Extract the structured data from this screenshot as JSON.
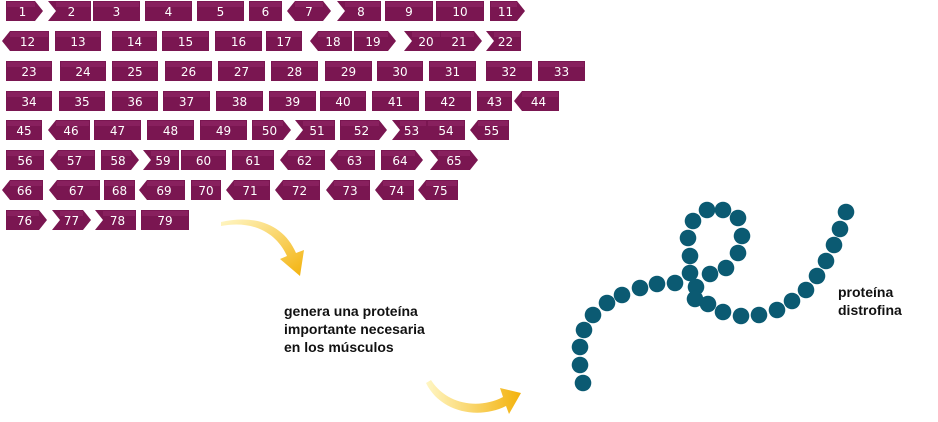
{
  "colors": {
    "exon": "#7a1651",
    "exon_edge": "#a43579",
    "bead": "#0b5a72",
    "arrow_start": "#fff7bf",
    "arrow_end": "#f5b60f"
  },
  "exons": [
    {
      "n": "1",
      "l": "f",
      "r": "a"
    },
    {
      "n": "2",
      "l": "n",
      "r": "f"
    },
    {
      "n": "3",
      "l": "f",
      "r": "f"
    },
    {
      "n": "4",
      "l": "f",
      "r": "f"
    },
    {
      "n": "5",
      "l": "f",
      "r": "f"
    },
    {
      "n": "6",
      "l": "f",
      "r": "f"
    },
    {
      "n": "7",
      "l": "a",
      "r": "a"
    },
    {
      "n": "8",
      "l": "n",
      "r": "f"
    },
    {
      "n": "9",
      "l": "f",
      "r": "f"
    },
    {
      "n": "10",
      "l": "f",
      "r": "f"
    },
    {
      "n": "11",
      "l": "f",
      "r": "a"
    },
    {
      "n": "12",
      "l": "a",
      "r": "f"
    },
    {
      "n": "13",
      "l": "f",
      "r": "f"
    },
    {
      "n": "14",
      "l": "f",
      "r": "f"
    },
    {
      "n": "15",
      "l": "f",
      "r": "f"
    },
    {
      "n": "16",
      "l": "f",
      "r": "f"
    },
    {
      "n": "17",
      "l": "f",
      "r": "f"
    },
    {
      "n": "18",
      "l": "a",
      "r": "f"
    },
    {
      "n": "19",
      "l": "f",
      "r": "a"
    },
    {
      "n": "20",
      "l": "n",
      "r": "f"
    },
    {
      "n": "21",
      "l": "f",
      "r": "a"
    },
    {
      "n": "22",
      "l": "n",
      "r": "f"
    },
    {
      "n": "23",
      "l": "f",
      "r": "f"
    },
    {
      "n": "24",
      "l": "f",
      "r": "f"
    },
    {
      "n": "25",
      "l": "f",
      "r": "f"
    },
    {
      "n": "26",
      "l": "f",
      "r": "f"
    },
    {
      "n": "27",
      "l": "f",
      "r": "f"
    },
    {
      "n": "28",
      "l": "f",
      "r": "f"
    },
    {
      "n": "29",
      "l": "f",
      "r": "f"
    },
    {
      "n": "30",
      "l": "f",
      "r": "f"
    },
    {
      "n": "31",
      "l": "f",
      "r": "f"
    },
    {
      "n": "32",
      "l": "f",
      "r": "f"
    },
    {
      "n": "33",
      "l": "f",
      "r": "f"
    },
    {
      "n": "34",
      "l": "f",
      "r": "f"
    },
    {
      "n": "35",
      "l": "f",
      "r": "f"
    },
    {
      "n": "36",
      "l": "f",
      "r": "f"
    },
    {
      "n": "37",
      "l": "f",
      "r": "f"
    },
    {
      "n": "38",
      "l": "f",
      "r": "f"
    },
    {
      "n": "39",
      "l": "f",
      "r": "f"
    },
    {
      "n": "40",
      "l": "f",
      "r": "f"
    },
    {
      "n": "41",
      "l": "f",
      "r": "f"
    },
    {
      "n": "42",
      "l": "f",
      "r": "f"
    },
    {
      "n": "43",
      "l": "f",
      "r": "f"
    },
    {
      "n": "44",
      "l": "a",
      "r": "f"
    },
    {
      "n": "45",
      "l": "f",
      "r": "f"
    },
    {
      "n": "46",
      "l": "a",
      "r": "f"
    },
    {
      "n": "47",
      "l": "f",
      "r": "f"
    },
    {
      "n": "48",
      "l": "f",
      "r": "f"
    },
    {
      "n": "49",
      "l": "f",
      "r": "f"
    },
    {
      "n": "50",
      "l": "f",
      "r": "a"
    },
    {
      "n": "51",
      "l": "n",
      "r": "f"
    },
    {
      "n": "52",
      "l": "f",
      "r": "a"
    },
    {
      "n": "53",
      "l": "n",
      "r": "f"
    },
    {
      "n": "54",
      "l": "f",
      "r": "f"
    },
    {
      "n": "55",
      "l": "a",
      "r": "f"
    },
    {
      "n": "56",
      "l": "f",
      "r": "f"
    },
    {
      "n": "57",
      "l": "a",
      "r": "f"
    },
    {
      "n": "58",
      "l": "f",
      "r": "a"
    },
    {
      "n": "59",
      "l": "n",
      "r": "f"
    },
    {
      "n": "60",
      "l": "f",
      "r": "f"
    },
    {
      "n": "61",
      "l": "f",
      "r": "f"
    },
    {
      "n": "62",
      "l": "a",
      "r": "f"
    },
    {
      "n": "63",
      "l": "a",
      "r": "f"
    },
    {
      "n": "64",
      "l": "f",
      "r": "a"
    },
    {
      "n": "65",
      "l": "n",
      "r": "a"
    },
    {
      "n": "66",
      "l": "a",
      "r": "f"
    },
    {
      "n": "67",
      "l": "a",
      "r": "f"
    },
    {
      "n": "68",
      "l": "f",
      "r": "f"
    },
    {
      "n": "69",
      "l": "a",
      "r": "f"
    },
    {
      "n": "70",
      "l": "f",
      "r": "f"
    },
    {
      "n": "71",
      "l": "a",
      "r": "f"
    },
    {
      "n": "72",
      "l": "a",
      "r": "f"
    },
    {
      "n": "73",
      "l": "a",
      "r": "f"
    },
    {
      "n": "74",
      "l": "a",
      "r": "f"
    },
    {
      "n": "75",
      "l": "a",
      "r": "f"
    },
    {
      "n": "76",
      "l": "f",
      "r": "a"
    },
    {
      "n": "77",
      "l": "n",
      "r": "a"
    },
    {
      "n": "78",
      "l": "n",
      "r": "f"
    },
    {
      "n": "79",
      "l": "f",
      "r": "f"
    }
  ],
  "caption": {
    "line1": "genera una proteína",
    "line2": "importante necesaria",
    "line3": "en los músculos"
  },
  "protein_label": {
    "line1": "proteína",
    "line2": "distrofina"
  }
}
